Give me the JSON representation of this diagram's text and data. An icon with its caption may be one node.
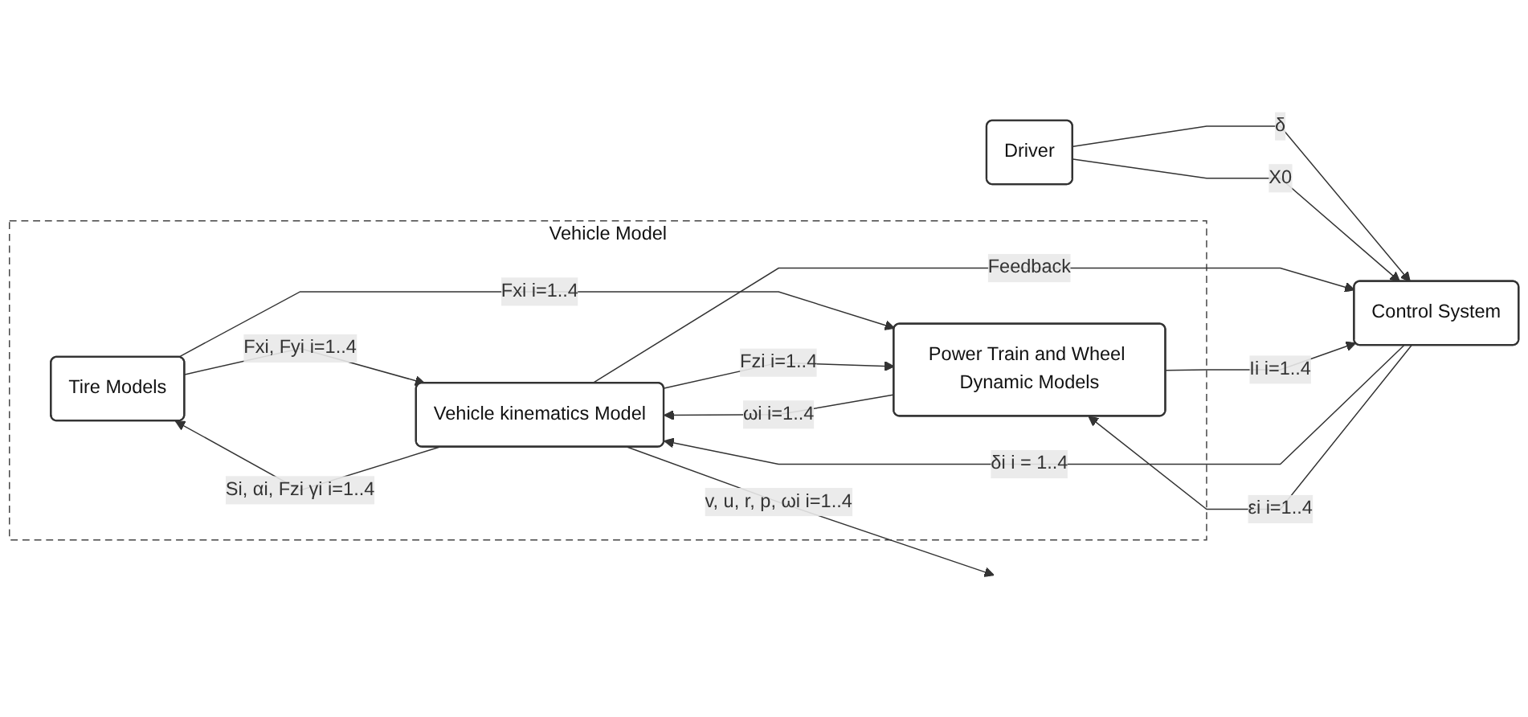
{
  "diagram": {
    "nodes": [
      {
        "text": [
          "Vehicle Model"
        ]
      },
      {
        "text": [
          "Driver"
        ]
      },
      {
        "text": [
          "Control System"
        ]
      },
      {
        "text": [
          "Tire Models"
        ],
        "in": 0
      },
      {
        "text": [
          "Power Train and Wheel Dynamic Models"
        ],
        "in": 0
      },
      {
        "text": [
          "Vehicle kinematics Model"
        ],
        "in": 0
      }
    ],
    "edges": [
      {
        "from": 1,
        "to": 2,
        "arrow": "to",
        "label": "δ"
      },
      {
        "from": 1,
        "to": 2,
        "arrow": "to",
        "label": "X0"
      },
      {
        "from": 2,
        "to": 5,
        "arrow": "to",
        "label": "δi i = 1..4"
      },
      {
        "from": 2,
        "to": 4,
        "arrow": "to",
        "label": "εi i=1..4"
      },
      {
        "from": 3,
        "to": 5,
        "arrow": "to",
        "label": "Fxi, Fyi i=1..4"
      },
      {
        "from": 3,
        "to": 4,
        "arrow": "to",
        "label": "Fxi i=1..4"
      },
      {
        "from": 4,
        "to": 5,
        "arrow": "to",
        "label": "ωi i=1..4"
      },
      {
        "from": 5,
        "to": 3,
        "arrow": "to",
        "label": "Si, αi, Fzi γi i=1..4"
      },
      {
        "from": 5,
        "to": 4,
        "arrow": "to",
        "label": "Fzi i=1..4"
      },
      {
        "from": 5,
        "to": null,
        "arrow": "to",
        "label": "v, u, r, p, ωi i=1..4"
      },
      {
        "from": 5,
        "to": 2,
        "arrow": "to",
        "label": "Feedback"
      },
      {
        "from": 4,
        "to": 2,
        "arrow": "to",
        "label": "Ii i=1..4"
      }
    ]
  }
}
